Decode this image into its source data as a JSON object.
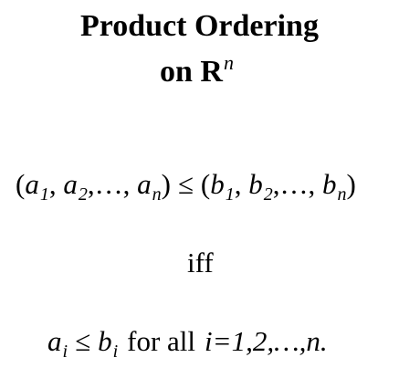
{
  "title": {
    "line1": "Product Ordering",
    "line2_prefix": "on ",
    "line2_set": "R",
    "line2_exponent": "n"
  },
  "relation": {
    "lhs": {
      "open": "(",
      "a": "a",
      "sub1": "1",
      "sep1": ", ",
      "sub2": "2",
      "ellipsis": ",…, ",
      "subn": "n",
      "close": ")"
    },
    "operator": "≤",
    "rhs": {
      "open": "(",
      "b": "b",
      "sub1": "1",
      "sep1": ", ",
      "sub2": "2",
      "ellipsis": ",…, ",
      "subn": "n",
      "close": ")"
    }
  },
  "connector": "iff",
  "condition": {
    "a": "a",
    "sub_a": "i",
    "operator": "≤",
    "b": "b",
    "sub_b": "i",
    "quantifier": "for all",
    "index_eq": "i=1,2,…,n."
  }
}
